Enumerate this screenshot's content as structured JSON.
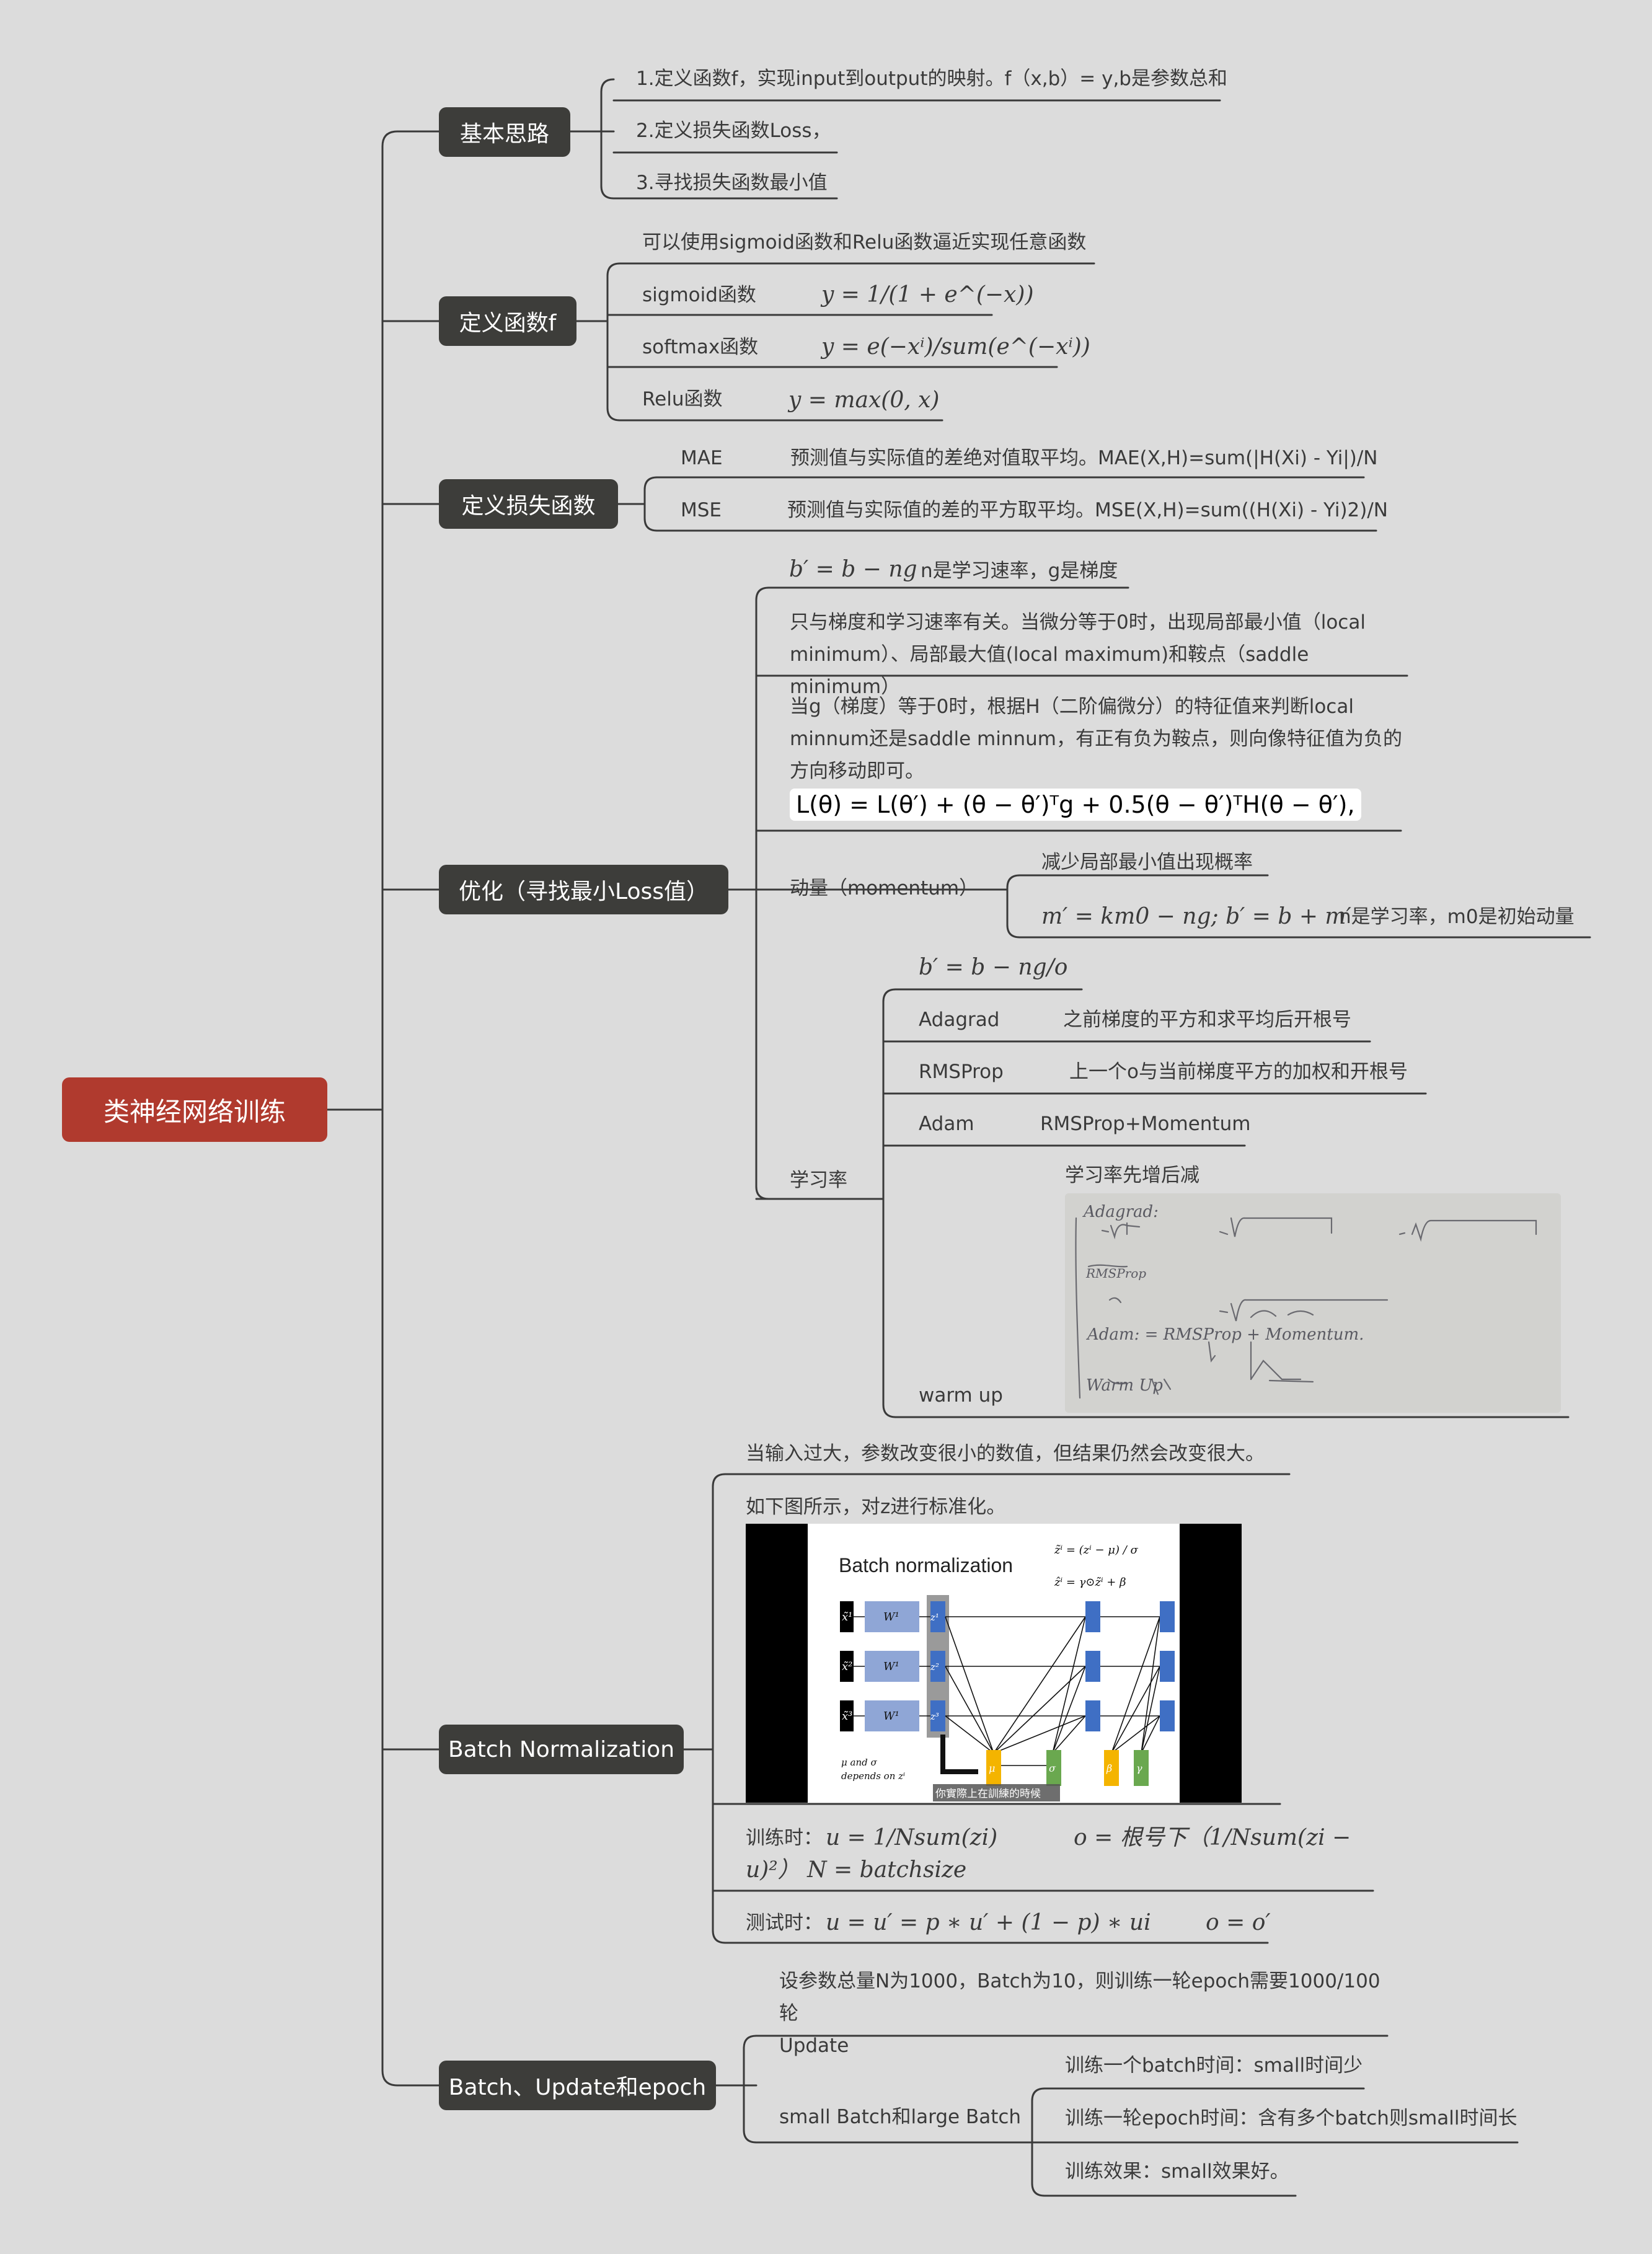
{
  "root": "类神经网络训练",
  "colors": {
    "root": "#b03a2e",
    "branch": "#3d3d3a",
    "line": "#3a3a3a",
    "background": "#dcdcdc"
  },
  "b1": {
    "label": "基本思路",
    "items": [
      "1.定义函数f，实现input到output的映射。f（x,b）= y,b是参数总和",
      "2.定义损失函数Loss，",
      "3.寻找损失函数最小值"
    ]
  },
  "b2": {
    "label": "定义函数f",
    "intro": "可以使用sigmoid函数和Relu函数逼近实现任意函数",
    "sigmoid": {
      "name": "sigmoid函数",
      "formula": "y = 1/(1 + e^(−x))"
    },
    "softmax": {
      "name": "softmax函数",
      "formula": "y = e(−xⁱ)/sum(e^(−xⁱ))"
    },
    "relu": {
      "name": "Relu函数",
      "formula": "y = max(0, x)"
    }
  },
  "b3": {
    "label": "定义损失函数",
    "mae": {
      "name": "MAE",
      "desc": "预测值与实际值的差绝对值取平均。MAE(X,H)=sum(|H(Xi) - Yi|)/N"
    },
    "mse": {
      "name": "MSE",
      "desc": "预测值与实际值的差的平方取平均。MSE(X,H)=sum((H(Xi) - Yi)2)/N"
    }
  },
  "b4": {
    "label": "优化（寻找最小Loss值）",
    "gd_formula": "b′ = b − ng",
    "gd_note": "n是学习速率，g是梯度",
    "p1_l1": "只与梯度和学习速率有关。当微分等于0时，出现局部最小值（local",
    "p1_l2": "minimum）、局部最大值(local maximum)和鞍点（saddle minimum）",
    "p2_l1": "当g（梯度）等于0时，根据H（二阶偏微分）的特征值来判断local",
    "p2_l2": "minnum还是saddle minnum，有正有负为鞍点，则向像特征值为负的",
    "p2_l3": "方向移动即可。",
    "taylor": "L(θ) = L(θ′) + (θ − θ′)ᵀg + 0.5(θ − θ′)ᵀH(θ − θ′),",
    "momentum": {
      "label": "动量（momentum）",
      "c1": "减少局部最小值出现概率",
      "c2_formula": "m′ = km0 − ng; b′ = b + m′",
      "c2_note": "n是学习率，m0是初始动量"
    },
    "lr": {
      "label": "学习率",
      "formula": "b′ = b − ng/o",
      "adagrad": {
        "name": "Adagrad",
        "desc": "之前梯度的平方和求平均后开根号"
      },
      "rmsprop": {
        "name": "RMSProp",
        "desc": "上一个o与当前梯度平方的加权和开根号"
      },
      "adam": {
        "name": "Adam",
        "desc": "RMSProp+Momentum"
      },
      "warmup": {
        "name": "warm up",
        "desc": "学习率先增后减"
      },
      "note_lines": [
        "Adagrad:",
        "RMSProp",
        "Adam: = RMSProp + Momentum.",
        "Warm Up"
      ]
    }
  },
  "b5": {
    "label": "Batch Normalization",
    "t1": "当输入过大，参数改变很小的数值，但结果仍然会改变很大。",
    "t2": "如下图所示，对z进行标准化。",
    "slide": {
      "title": "Batch normalization",
      "formula1": "z̃ⁱ = (zⁱ − μ) / σ",
      "formula2": "ẑⁱ = γ⊙z̃ⁱ + β",
      "inputs": [
        "x̃¹",
        "x̃²",
        "x̃³"
      ],
      "weights": [
        "W¹",
        "W¹",
        "W¹"
      ],
      "zs": [
        "z¹",
        "z²",
        "z³"
      ],
      "mu": "μ",
      "sigma": "σ",
      "beta": "β",
      "gamma": "γ",
      "note_l1": "μ and σ",
      "note_l2": "depends on zⁱ",
      "caption": "你實際上在訓練的時候"
    },
    "train_l1_a": "训练时：",
    "train_l1_b": "u = 1/Nsum(zi)",
    "train_l1_c": "o = 根号下（1/Nsum(zi −",
    "train_l2": "u)²） N = batchsize",
    "test_a": "测试时：",
    "test_b": "u = u′ = p ∗ u′ + (1 − p) ∗ ui",
    "test_c": "o = o′"
  },
  "b6": {
    "label": "Batch、Update和epoch",
    "t1_l1": "设参数总量N为1000，Batch为10，则训练一轮epoch需要1000/100轮",
    "t1_l2": "Update",
    "sb": "small Batch和large Batch",
    "c1": "训练一个batch时间：small时间少",
    "c2": "训练一轮epoch时间：含有多个batch则small时间长",
    "c3": "训练效果：small效果好。"
  }
}
